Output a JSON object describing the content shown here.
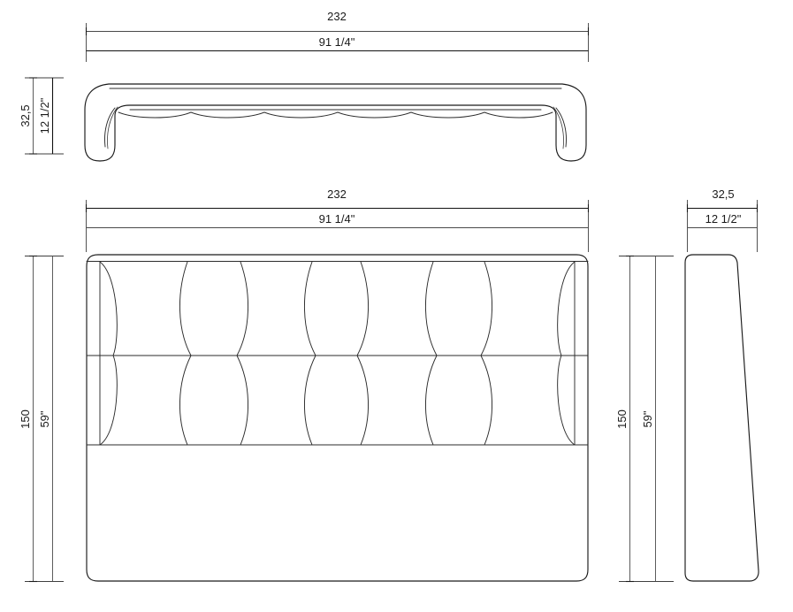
{
  "drawing": {
    "title": "Headboard technical drawing",
    "units": {
      "metric": "cm",
      "imperial": "inch"
    },
    "line_color": "#1a1a1a",
    "background_color": "#ffffff"
  },
  "views": {
    "top": {
      "name": "top-view",
      "label": "",
      "dimensions": {
        "width_metric": "232",
        "width_imperial": "91 1/4\"",
        "depth_metric": "32,5",
        "depth_imperial": "12 1/2\""
      }
    },
    "front": {
      "name": "front-view",
      "label": "",
      "dimensions": {
        "width_metric": "232",
        "width_imperial": "91 1/4\"",
        "height_metric": "150",
        "height_imperial": "59\""
      },
      "panel_count": 7,
      "panel_rows": 2
    },
    "side": {
      "name": "side-view",
      "label": "",
      "dimensions": {
        "depth_metric": "32,5",
        "depth_imperial": "12 1/2\"",
        "height_metric": "150",
        "height_imperial": "59\""
      }
    }
  },
  "dimension_labels": {
    "top_width_metric": "232",
    "top_width_imperial": "91 1/4\"",
    "top_depth_metric": "32,5",
    "top_depth_imperial": "12 1/2\"",
    "front_width_metric": "232",
    "front_width_imperial": "91 1/4\"",
    "front_height_metric": "150",
    "front_height_imperial": "59\"",
    "side_depth_metric": "32,5",
    "side_depth_imperial": "12 1/2\"",
    "side_height_metric": "150",
    "side_height_imperial": "59\""
  }
}
